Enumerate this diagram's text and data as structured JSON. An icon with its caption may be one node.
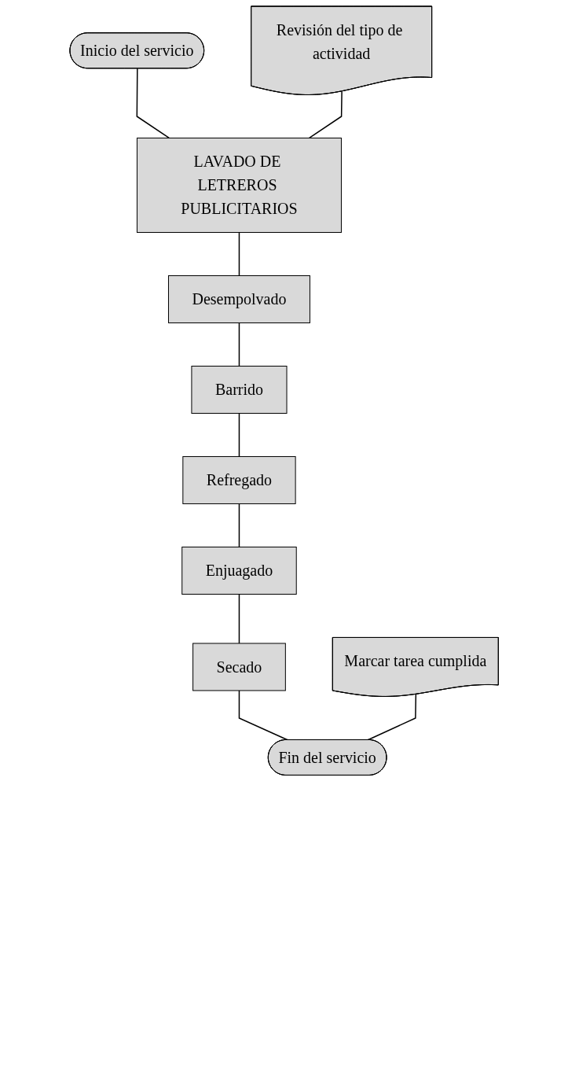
{
  "diagram": {
    "nodes": [
      {
        "text": [
          "Inicio del servicio"
        ]
      },
      {
        "text": [
          "Revisión del tipo de actividad"
        ]
      },
      {
        "text": [
          "LAVADO DE LETREROS PUBLICITARIOS"
        ]
      },
      {
        "text": [
          "Desempolvado"
        ]
      },
      {
        "text": [
          "Barrido"
        ]
      },
      {
        "text": [
          "Refregado"
        ]
      },
      {
        "text": [
          "Enjuagado"
        ]
      },
      {
        "text": [
          "Secado"
        ]
      },
      {
        "text": [
          "Marcar tarea cumplida"
        ]
      },
      {
        "text": [
          "Fin del servicio"
        ]
      }
    ],
    "edges": [
      {
        "from": 0,
        "to": 2,
        "arrow": "none"
      },
      {
        "from": 1,
        "to": 2,
        "arrow": "none"
      },
      {
        "from": 2,
        "to": 3,
        "arrow": "none"
      },
      {
        "from": 3,
        "to": 4,
        "arrow": "none"
      },
      {
        "from": 4,
        "to": 5,
        "arrow": "none"
      },
      {
        "from": 5,
        "to": 6,
        "arrow": "none"
      },
      {
        "from": 6,
        "to": 7,
        "arrow": "none"
      },
      {
        "from": 7,
        "to": 9,
        "arrow": "none"
      },
      {
        "from": 8,
        "to": 9,
        "arrow": "none"
      }
    ]
  }
}
